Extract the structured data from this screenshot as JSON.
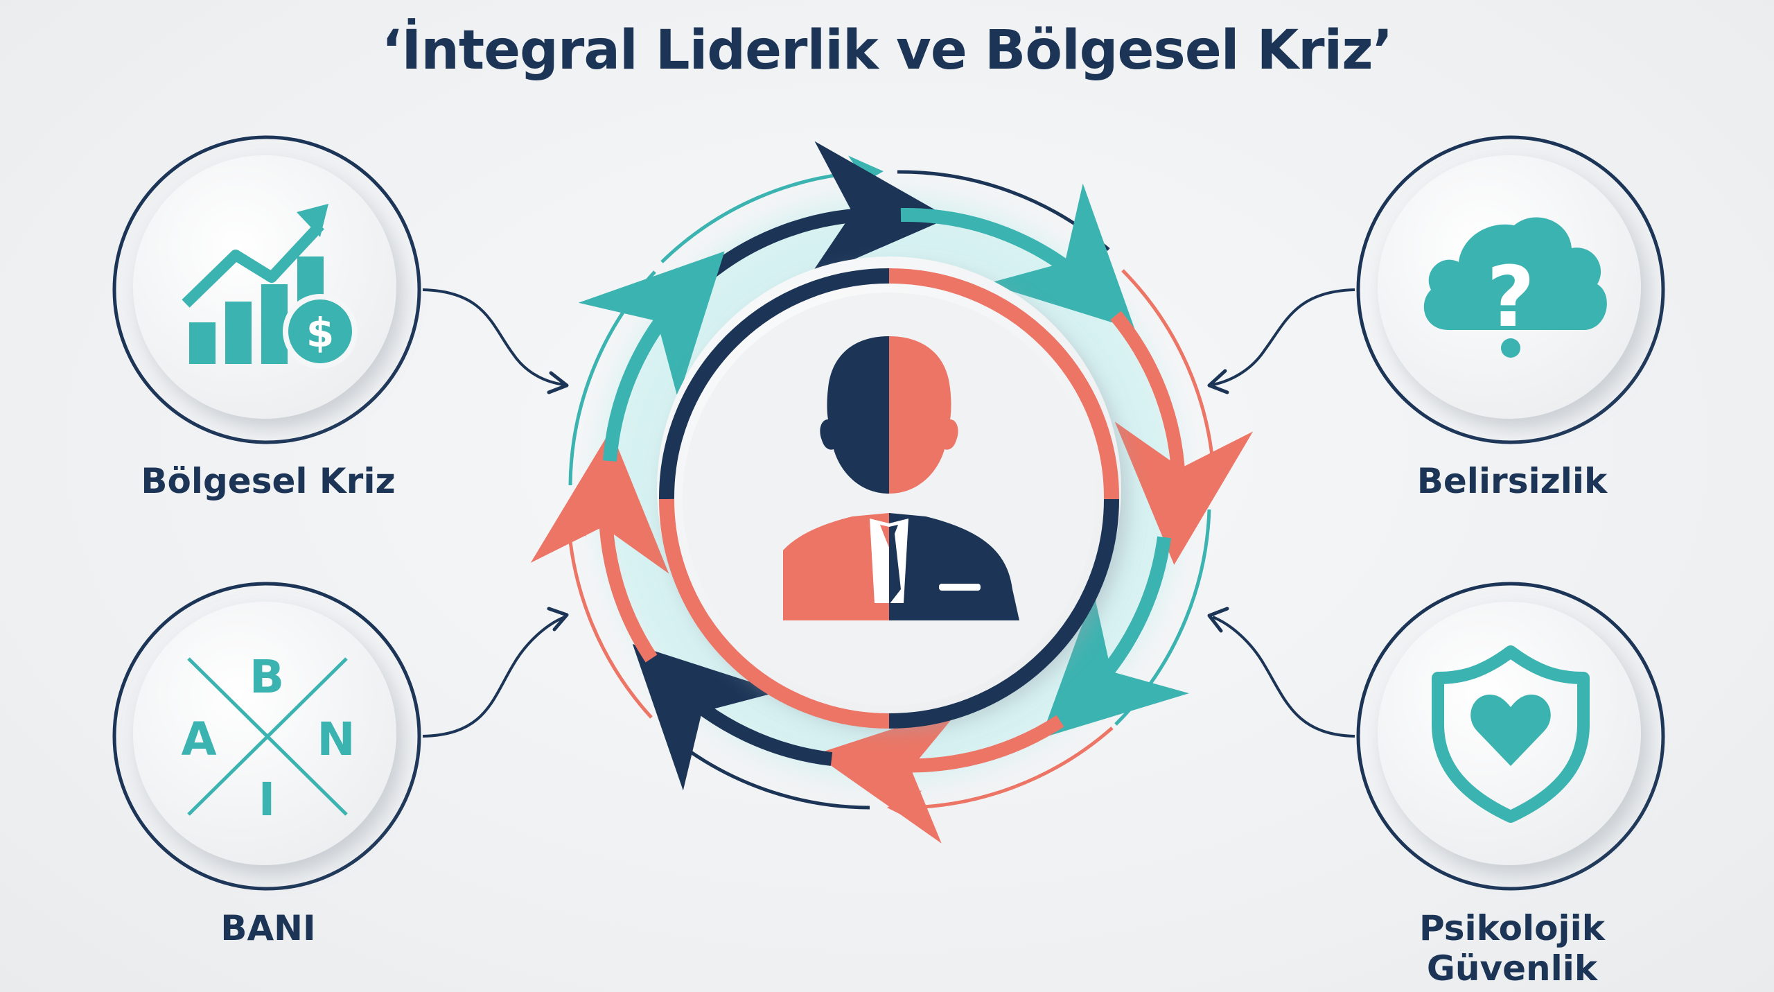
{
  "title": "‘İntegral Liderlik ve Bölgesel Kriz’",
  "nodes": [
    {
      "id": "bolgesel-kriz",
      "label": "Bölgesel Kriz",
      "icon": "growth-chart-dollar-icon"
    },
    {
      "id": "belirsizlik",
      "label": "Belirsizlik",
      "icon": "cloud-question-icon"
    },
    {
      "id": "bani",
      "label": "BANI",
      "icon": "bani-letters-icon",
      "letters": [
        "B",
        "A",
        "N",
        "I"
      ]
    },
    {
      "id": "psikolojik-guvenlik",
      "label": "Psikolojik Güvenlik",
      "icon": "shield-heart-icon"
    }
  ],
  "center": {
    "icon": "leader-person-icon"
  },
  "colors": {
    "navy": "#1c3557",
    "teal": "#3bb3b0",
    "coral": "#ec7565",
    "background": "#f1f2f4"
  }
}
